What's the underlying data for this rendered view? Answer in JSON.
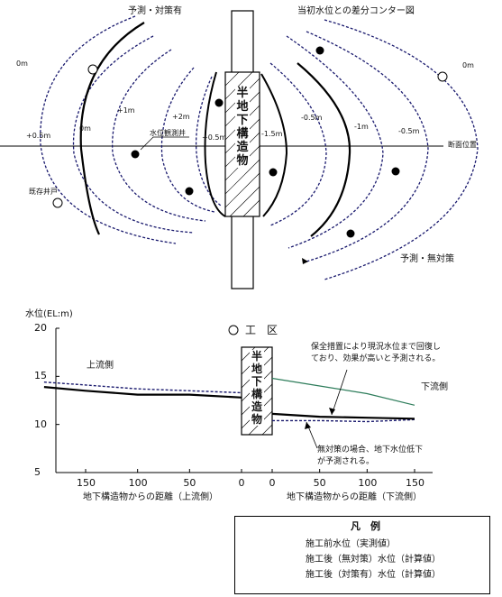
{
  "plan": {
    "label_upper_left": "予測・対策有",
    "label_upper_right": "当初水位との差分コンター図",
    "label_lower_right": "予測・無対策",
    "label_section": "断面位置",
    "label_obs_well": "水位観測井",
    "label_existing_well": "既存井戸",
    "structure_text": "半地下構造物",
    "contours_left": [
      "0m",
      "0m",
      "+1m",
      "+2m",
      "+0.5m",
      "+0.5m"
    ],
    "contours_right": [
      "-0.5m",
      "-1.5m",
      "-1m",
      "-0.5m",
      "0m"
    ]
  },
  "section": {
    "ylabel": "水位(EL:m)",
    "construction_zone": "工　区",
    "upstream": "上流側",
    "downstream": "下流側",
    "structure_text": "半地下構造物",
    "annotation_countermeasure": [
      "保全措置により現況水位まで回復し",
      "ており、効果が高いと予測される。"
    ],
    "annotation_no_countermeasure": [
      "無対策の場合、地下水位低下",
      "が予測される。"
    ],
    "xlabel_left": "地下構造物からの距離（上流側）",
    "xlabel_right": "地下構造物からの距離（下流側）"
  },
  "chart_data": {
    "type": "line",
    "ylabel": "水位(EL:m)",
    "ylim": [
      5,
      20
    ],
    "y_ticks": [
      5,
      10,
      15,
      20
    ],
    "x_ticks_left": [
      150,
      100,
      50,
      0
    ],
    "x_ticks_right": [
      0,
      50,
      100,
      150
    ],
    "series": [
      {
        "name": "施工前水位（実測値）",
        "side": "downstream",
        "x": [
          0,
          50,
          100,
          150
        ],
        "y": [
          14.8,
          14.0,
          13.2,
          12.0
        ]
      },
      {
        "name": "施工後（無対策）水位（計算値）",
        "side": "upstream",
        "x": [
          190,
          150,
          100,
          50,
          0
        ],
        "y": [
          14.4,
          14.1,
          13.7,
          13.5,
          13.3
        ]
      },
      {
        "name": "施工後（無対策）水位（計算値）",
        "side": "downstream",
        "x": [
          0,
          50,
          100,
          150
        ],
        "y": [
          10.4,
          10.4,
          10.3,
          10.5
        ]
      },
      {
        "name": "施工後（対策有）水位（計算値）",
        "side": "upstream",
        "x": [
          190,
          150,
          100,
          50,
          0
        ],
        "y": [
          13.9,
          13.5,
          13.1,
          13.1,
          12.8
        ]
      },
      {
        "name": "施工後（対策有）水位（計算値）",
        "side": "downstream",
        "x": [
          0,
          50,
          100,
          150
        ],
        "y": [
          11.1,
          10.8,
          10.7,
          10.6
        ]
      }
    ]
  },
  "legend": {
    "title": "凡　例",
    "items": [
      {
        "label": "施工前水位（実測値）",
        "style": "thin"
      },
      {
        "label": "施工後（無対策）水位（計算値）",
        "style": "dashed"
      },
      {
        "label": "施工後（対策有）水位（計算値）",
        "style": "thick"
      }
    ]
  },
  "colors": {
    "green": "#2e7d5b",
    "navy": "#1a1a6e",
    "black": "#000000"
  }
}
